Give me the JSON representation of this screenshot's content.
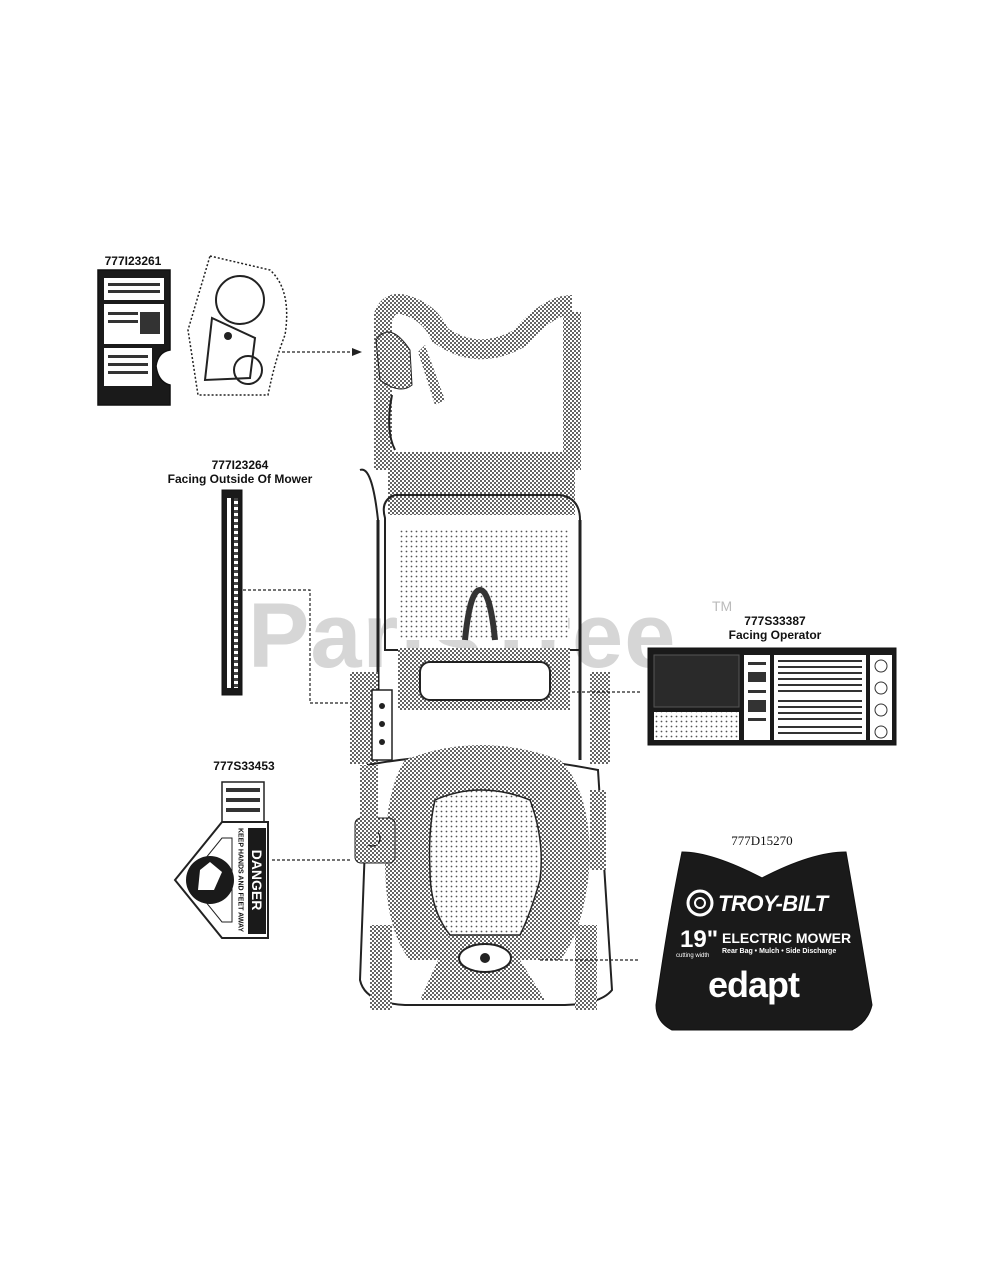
{
  "watermark": {
    "text": "PartsTree",
    "tm": "TM"
  },
  "parts": [
    {
      "id": "p1",
      "number": "777I23261",
      "note": ""
    },
    {
      "id": "p2",
      "number": "777I23264",
      "note": "Facing Outside Of Mower"
    },
    {
      "id": "p3",
      "number": "777S33387",
      "note": "Facing Operator"
    },
    {
      "id": "p4",
      "number": "777S33453",
      "note": ""
    },
    {
      "id": "p5",
      "number": "777D15270",
      "note": ""
    }
  ],
  "brand_decal": {
    "brand": "TROY-BILT",
    "size": "19\"",
    "size_sub": "cutting width",
    "product": "ELECTRIC MOWER",
    "features": "Rear Bag • Mulch • Side Discharge",
    "logo": "edapt"
  },
  "danger_decal": {
    "word": "DANGER",
    "message": "KEEP HANDS AND FEET AWAY"
  },
  "colors": {
    "line": "#1a1a1a",
    "watermark": "#d6d6d6",
    "decal_dark": "#1a1a1a"
  }
}
